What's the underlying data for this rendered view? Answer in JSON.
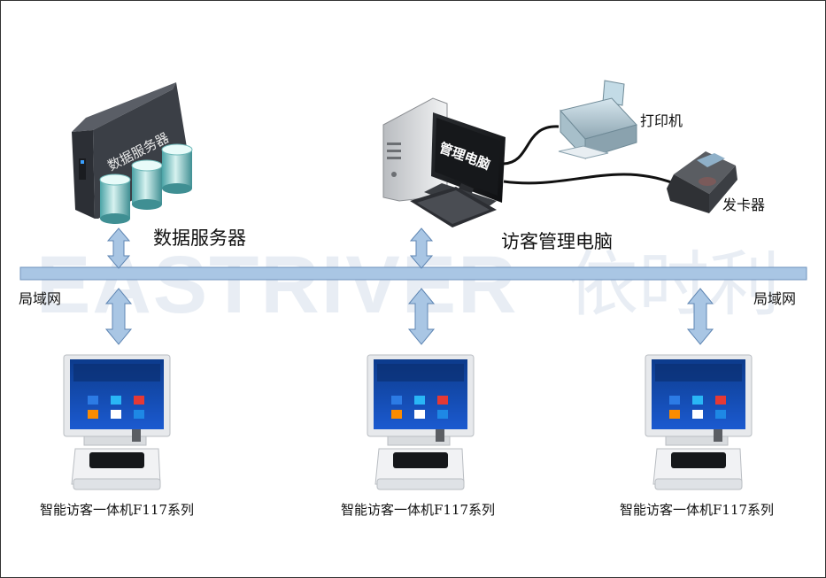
{
  "watermark": {
    "latin": "EASTRIVER",
    "cn": "依时利"
  },
  "nodes": {
    "server": {
      "badge": "数据服务器",
      "label": "数据服务器"
    },
    "pc": {
      "badge": "管理电脑",
      "label": "访客管理电脑"
    },
    "printer": {
      "label": "打印机"
    },
    "card_issuer": {
      "label": "发卡器"
    }
  },
  "network": {
    "label_left": "局域网",
    "label_right": "局域网"
  },
  "kiosks": [
    {
      "label": "智能访客一体机F117系列"
    },
    {
      "label": "智能访客一体机F117系列"
    },
    {
      "label": "智能访客一体机F117系列"
    }
  ],
  "colors": {
    "bus": "#a9c6e4",
    "bus_stroke": "#6f93bd",
    "arrow": "#a9c6e4",
    "arrow_stroke": "#5f86b3",
    "watermark": "#e6ecf3"
  }
}
